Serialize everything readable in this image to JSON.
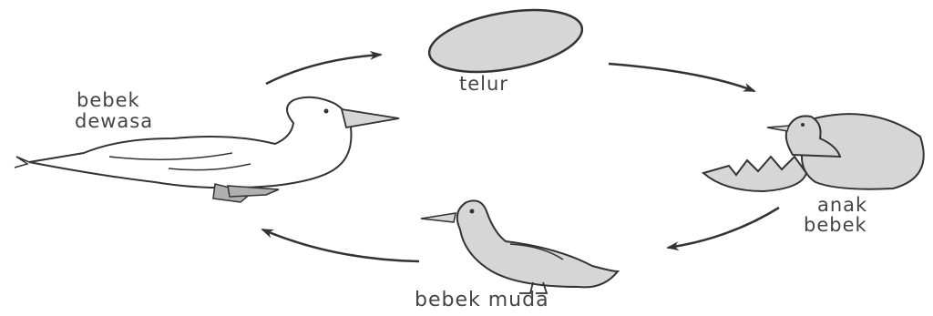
{
  "labels": {
    "egg": "telur",
    "duckling_line1": "anak",
    "duckling_line2": "bebek",
    "young_duck": "bebek muda",
    "adult_line1": "bebek",
    "adult_line2": "dewasa"
  },
  "colors": {
    "outline": "#333333",
    "fill_gray": "#d6d6d6",
    "fill_white": "#ffffff",
    "text": "#444444"
  }
}
